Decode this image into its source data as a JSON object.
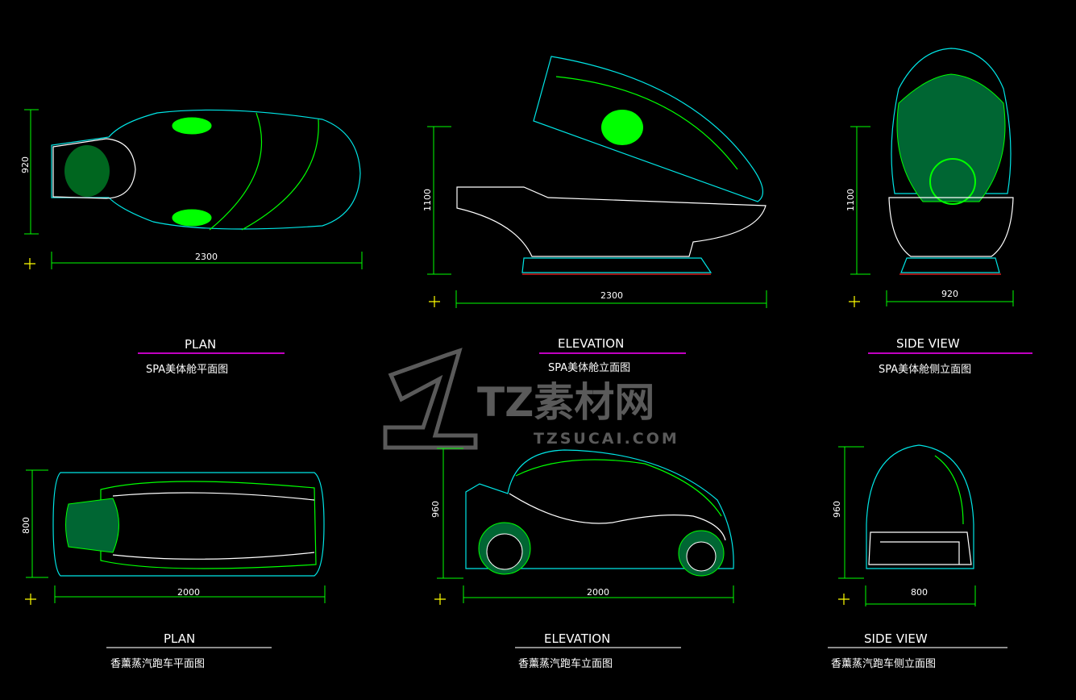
{
  "colors": {
    "background": "#000000",
    "outline": "#00e5e5",
    "detail": "#00ff00",
    "dimension": "#00ff00",
    "text": "#ffffff",
    "underline": "#ff00ff",
    "base": "#ff2020",
    "watermark": "#5a5a5a"
  },
  "watermark": {
    "brand": "TZ素材网",
    "url": "TZSUCAI.COM"
  },
  "views": [
    {
      "title": "PLAN",
      "subtitle": "SPA美体舱平面图",
      "dims": {
        "width": "2300",
        "height": "920"
      }
    },
    {
      "title": "ELEVATION",
      "subtitle": "SPA美体舱立面图",
      "dims": {
        "width": "2300",
        "height": "1100"
      }
    },
    {
      "title": "SIDE VIEW",
      "subtitle": "SPA美体舱侧立面图",
      "dims": {
        "width": "920",
        "height": "1100"
      }
    },
    {
      "title": "PLAN",
      "subtitle": "香薰蒸汽跑车平面图",
      "dims": {
        "width": "2000",
        "height": "800"
      }
    },
    {
      "title": "ELEVATION",
      "subtitle": "香薰蒸汽跑车立面图",
      "dims": {
        "width": "2000",
        "height": "960"
      }
    },
    {
      "title": "SIDE VIEW",
      "subtitle": "香薰蒸汽跑车侧立面图",
      "dims": {
        "width": "800",
        "height": "960"
      }
    }
  ]
}
